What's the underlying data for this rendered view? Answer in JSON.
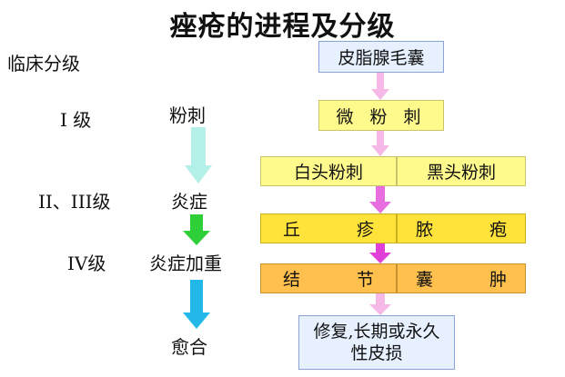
{
  "title": "痤疮的进程及分级",
  "left": {
    "header": "临床分级",
    "grades": [
      {
        "grade": "I 级",
        "symptom": "粉刺"
      },
      {
        "grade": "II、III级",
        "symptom": "炎症"
      },
      {
        "grade": "IV级",
        "symptom": "炎症加重"
      }
    ],
    "outcome": "愈合"
  },
  "right": {
    "top": "皮脂腺毛囊",
    "micro": "微 粉 刺",
    "row1": [
      "白头粉刺",
      "黑头粉刺"
    ],
    "row2": [
      "丘 疹",
      "脓 疱"
    ],
    "row3": [
      "结 节",
      "囊 肿"
    ],
    "bottom": [
      "修复,长期或永久",
      "性皮损"
    ]
  },
  "colors": {
    "lavender": "#e6f0ff",
    "yellow": "#fffa8c",
    "gold": "#ffe23a",
    "orange": "#ffc04d",
    "arrow_cyan": "#b2f0e8",
    "arrow_green": "#2fcf3a",
    "arrow_blue": "#22b8e8",
    "arrow_pink_light": "#f6b8e6",
    "arrow_magenta": "#e040d8"
  }
}
